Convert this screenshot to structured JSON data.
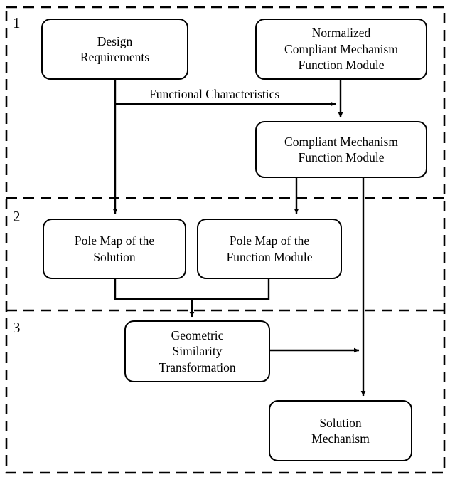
{
  "figure": {
    "type": "flowchart",
    "orientation": "top-to-bottom",
    "outer_border_style": "dashed",
    "line_color": "#000000",
    "background_color": "#ffffff"
  },
  "stages": [
    {
      "id": "stage-1",
      "label": "1"
    },
    {
      "id": "stage-2",
      "label": "2"
    },
    {
      "id": "stage-3",
      "label": "3"
    }
  ],
  "nodes": [
    {
      "id": "design-requirements",
      "label": "Design\nRequirements"
    },
    {
      "id": "normalized-cm-module",
      "label": "Normalized\nCompliant Mechanism\nFunction Module"
    },
    {
      "id": "cm-function-module",
      "label": "Compliant Mechanism\nFunction Module"
    },
    {
      "id": "pole-map-solution",
      "label": "Pole Map of the\nSolution"
    },
    {
      "id": "pole-map-function",
      "label": "Pole Map of the\nFunction Module"
    },
    {
      "id": "geometric-similarity",
      "label": "Geometric\nSimilarity\nTransformation"
    },
    {
      "id": "solution-mechanism",
      "label": "Solution\nMechanism"
    }
  ],
  "edge_labels": [
    {
      "id": "functional-characteristics",
      "label": "Functional Characteristics"
    }
  ]
}
